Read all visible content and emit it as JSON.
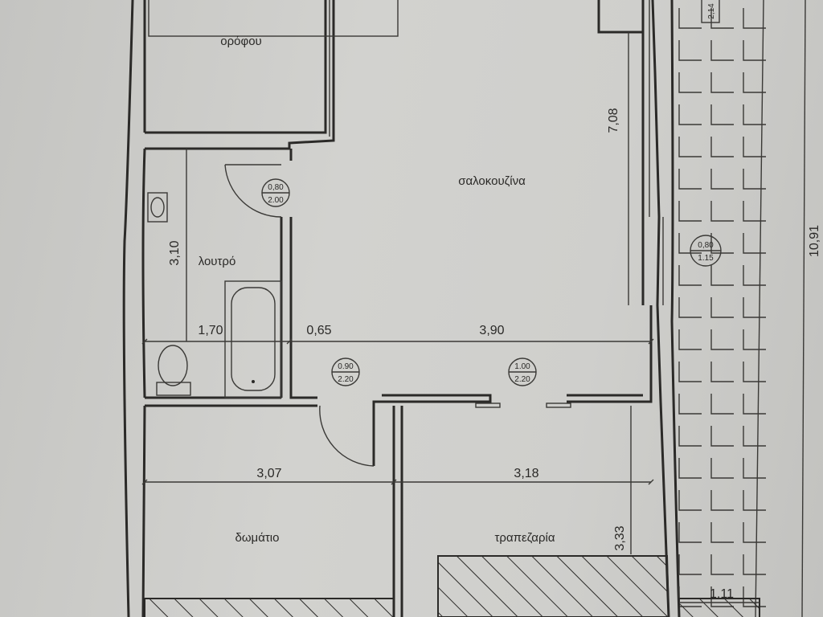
{
  "rooms": {
    "upper_floor": "ορόφου",
    "living_kitchen": "σαλοκουζίνα",
    "bathroom": "λουτρό",
    "bedroom": "δωμάτιο",
    "dining": "τραπεζαρία"
  },
  "dimensions": {
    "bath_height": "3,10",
    "bath_width": "1,70",
    "hall_width": "0,65",
    "living_width": "3,90",
    "bedroom_width": "3,07",
    "dining_width": "3,18",
    "dining_height": "3,33",
    "living_height": "7,08",
    "total_height": "10,91",
    "balcony_width": "1,11",
    "top_partial": "2,14"
  },
  "openings": [
    {
      "top": "0,80",
      "bottom": "2.00"
    },
    {
      "top": "0.90",
      "bottom": "2.20"
    },
    {
      "top": "1.00",
      "bottom": "2.20"
    },
    {
      "top": "0,80",
      "bottom": "1.15"
    }
  ]
}
